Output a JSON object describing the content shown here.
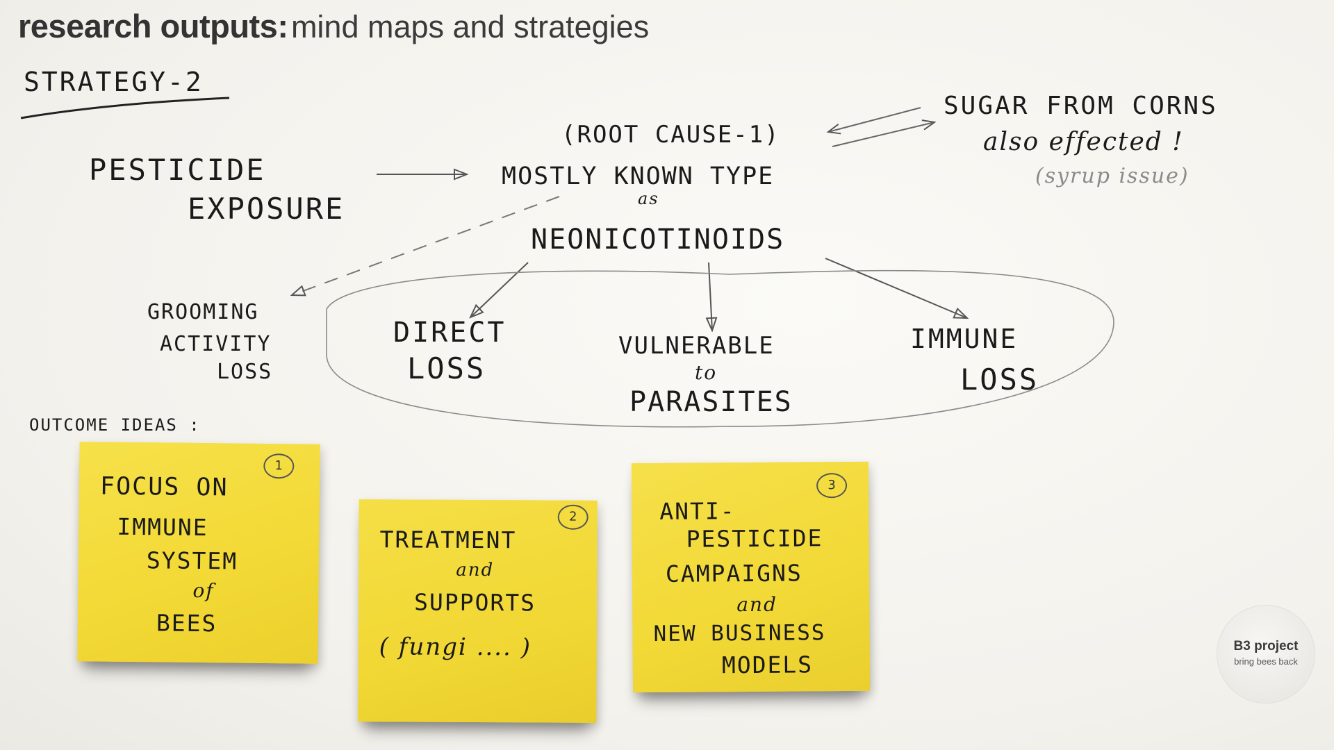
{
  "page": {
    "title_bold": "research outputs:",
    "title_light": "mind maps and strategies"
  },
  "board": {
    "strategy_heading": "Strategy-2",
    "cause": {
      "line1": "Pesticide",
      "line2": "Exposure"
    },
    "root": {
      "label": "(Root cause-1)",
      "line1": "Mostly known type",
      "line2": "as",
      "line3": "Neonicotinoids"
    },
    "side_note": {
      "line1": "Sugar from Corns",
      "line2": "also effected !",
      "line3": "(syrup issue)"
    },
    "effects": {
      "grooming": {
        "line1": "Grooming",
        "line2": "Activity",
        "line3": "Loss"
      },
      "direct": {
        "line1": "Direct",
        "line2": "Loss"
      },
      "vulnerable": {
        "line1": "Vulnerable",
        "line2": "to",
        "line3": "Parasites"
      },
      "immune": {
        "line1": "Immune",
        "line2": "Loss"
      }
    },
    "outcome_heading": "Outcome ideas :"
  },
  "notes": [
    {
      "number": "1",
      "line1": "Focus on",
      "line2": "Immune",
      "line3": "System",
      "line4": "of",
      "line5": "Bees",
      "color": "#f4dc3c"
    },
    {
      "number": "2",
      "line1": "Treatment",
      "line2": "and",
      "line3": "Supports",
      "line4": "( fungi .... )",
      "color": "#f2da3a"
    },
    {
      "number": "3",
      "line1": "Anti-",
      "line2": "Pesticide",
      "line3": "Campaigns",
      "line4": "and",
      "line5": "new Business",
      "line6": "Models",
      "color": "#f3da3c"
    }
  ],
  "logo": {
    "title": "B3 project",
    "subtitle": "bring bees back"
  }
}
